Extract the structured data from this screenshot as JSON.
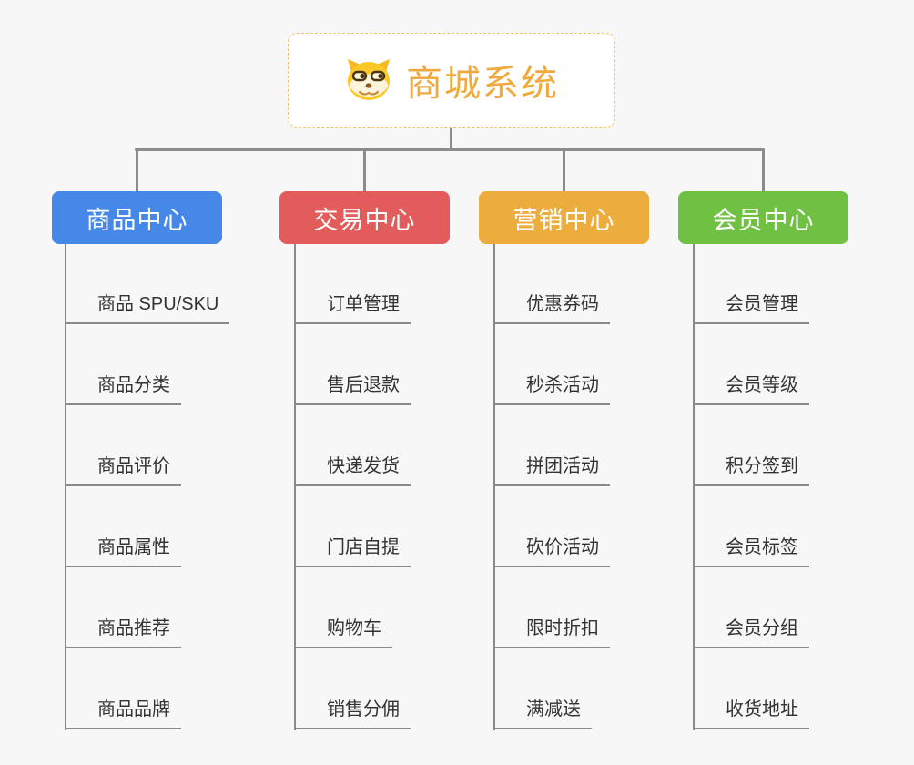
{
  "root": {
    "title": "商城系统",
    "icon": "doge-icon",
    "title_color": "#f0a93c",
    "border_color": "#f3c070",
    "background": "#ffffff"
  },
  "colors": {
    "canvas_background": "#f7f7f8",
    "connector_line": "#8c8c8c",
    "leaf_text": "#333333",
    "branch_text": "#ffffff"
  },
  "branches": [
    {
      "label": "商品中心",
      "color": "#4688e7",
      "children": [
        "商品 SPU/SKU",
        "商品分类",
        "商品评价",
        "商品属性",
        "商品推荐",
        "商品品牌"
      ]
    },
    {
      "label": "交易中心",
      "color": "#e25c5c",
      "children": [
        "订单管理",
        "售后退款",
        "快递发货",
        "门店自提",
        "购物车",
        "销售分佣"
      ]
    },
    {
      "label": "营销中心",
      "color": "#edad3e",
      "children": [
        "优惠券码",
        "秒杀活动",
        "拼团活动",
        "砍价活动",
        "限时折扣",
        "满减送"
      ]
    },
    {
      "label": "会员中心",
      "color": "#70c043",
      "children": [
        "会员管理",
        "会员等级",
        "积分签到",
        "会员标签",
        "会员分组",
        "收货地址"
      ]
    }
  ]
}
